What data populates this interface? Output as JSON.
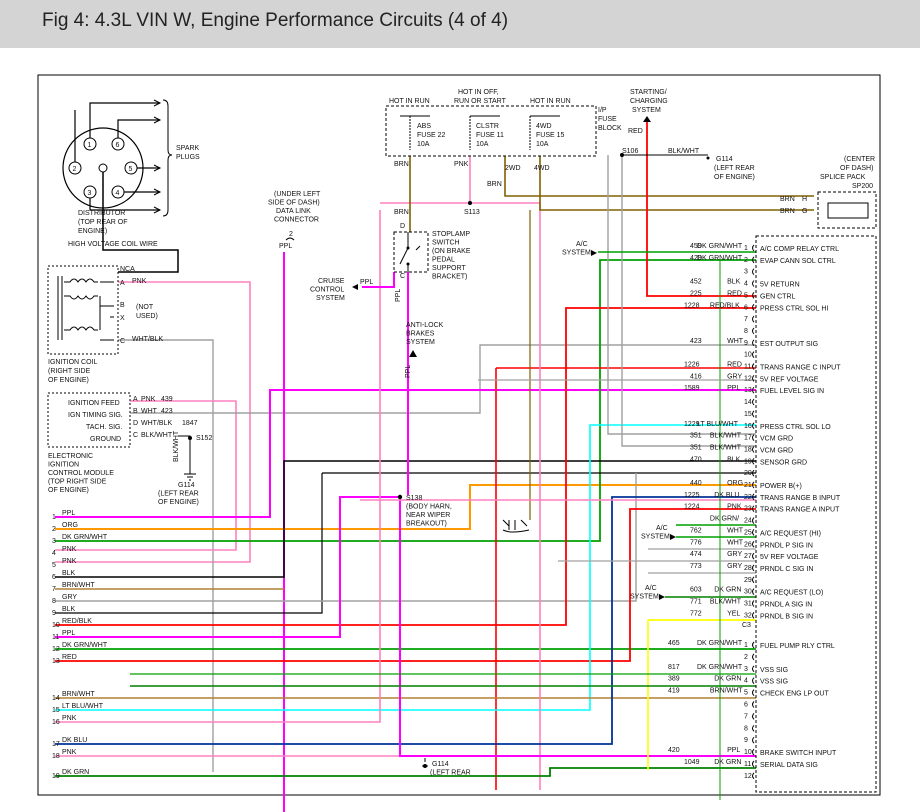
{
  "header": {
    "title": "Fig 4: 4.3L VIN W, Engine Performance Circuits (4 of 4)"
  },
  "colors": {
    "ppl": "#ff00ff",
    "pnk": "#ff80c0",
    "orange": "#ff9900",
    "dk_grn": "#008000",
    "dk_grn_wht": "#00a000",
    "blk": "#000000",
    "brn": "#806000",
    "gry": "#a0a0a0",
    "red": "#ff0000",
    "lt_blu": "#00ffff",
    "dk_blu": "#003399",
    "yel": "#ffff00",
    "brn_wht": "#b08030"
  },
  "distributor": {
    "label": "DISTRIBUTOR\n(TOP REAR OF\nENGINE)",
    "spark_label": "SPARK\nPLUGS",
    "coil_wire": "HIGH VOLTAGE COIL WIRE",
    "cyl": [
      "1",
      "6",
      "5",
      "4",
      "2",
      "3"
    ]
  },
  "ign_coil": {
    "label": "IGNITION COIL\n(RIGHT SIDE\nOF ENGINE)",
    "nca": "NCA",
    "pin_a": "A",
    "pin_b": "B",
    "pin_x": "X",
    "pin_c": "C",
    "pnk": "PNK",
    "not_used": "(NOT\nUSED)",
    "wht_blk": "WHT/BLK"
  },
  "icm": {
    "label": "ELECTRONIC\nIGNITION\nCONTROL MODULE\n(TOP RIGHT SIDE\nOF ENGINE)",
    "rows": [
      {
        "name": "IGNITION FEED",
        "pin": "A",
        "wire": "PNK",
        "circ": "439"
      },
      {
        "name": "IGN TIMING SIG.",
        "pin": "B",
        "wire": "WHT",
        "circ": "423"
      },
      {
        "name": "TACH. SIG.",
        "pin": "D",
        "wire": "WHT/BLK",
        "circ": "1847"
      },
      {
        "name": "GROUND",
        "pin": "C",
        "wire": "BLK/WHT",
        "circ": ""
      }
    ],
    "s152": "S152",
    "blk_wht": "BLK/\nWHT",
    "g114": "G114\n(LEFT REAR\nOF ENGINE)"
  },
  "fuses": {
    "hot1": "HOT IN RUN",
    "hot2": "HOT IN OFF,\nRUN OR START",
    "hot3": "HOT IN RUN",
    "f1": "ABS\nFUSE 22\n10A",
    "f2": "CLSTR\nFUSE 11\n10A",
    "f3": "4WD\nFUSE 15\n10A",
    "block": "I/P\nFUSE\nBLOCK",
    "starting": "STARTING/\nCHARGING\nSYSTEM",
    "red": "RED",
    "brn": "BRN",
    "pnk": "PNK",
    "wd2": "2WD",
    "wd4": "4WD",
    "s106": "S106",
    "blk_wht": "BLK/WHT",
    "g114": "G114\n(LEFT REAR\nOF ENGINE)",
    "s113": "S113"
  },
  "splice_pack": {
    "label": "(CENTER\nOF DASH)\nSPLICE PACK\nSP200",
    "brn1": "BRN",
    "h": "H",
    "brn2": "BRN",
    "g": "G"
  },
  "dlc": {
    "label": "(UNDER LEFT\nSIDE OF DASH)\nDATA LINK\nCONNECTOR",
    "pin": "2",
    "ppl": "PPL"
  },
  "stoplamp": {
    "label": "STOPLAMP\nSWITCH\n(ON BRAKE\nPEDAL\nSUPPORT\nBRACKET)",
    "d": "D",
    "c": "C",
    "brn": "BRN",
    "ppl": "PPL",
    "cruise": "CRUISE\nCONTROL\nSYSTEM",
    "ppl2": "PPL"
  },
  "abs": {
    "label": "ANTI-LOCK\nBRAKES\nSYSTEM",
    "ppl": "PPL"
  },
  "s138": {
    "label": "S138\n(BODY HARN,\nNEAR WIPER\nBREAKOUT)"
  },
  "ac_sys1": {
    "label": "A/C\nSYSTEM"
  },
  "ac_sys2": {
    "label": "A/C\nSYSTEM"
  },
  "ac_sys3": {
    "label": "A/C\nSYSTEM"
  },
  "g114_bottom": {
    "label": "G114\n(LEFT REAR"
  },
  "pcm_c2": [
    {
      "pin": "1",
      "circ": "459",
      "color": "DK GRN/WHT",
      "name": "A/C COMP RELAY CTRL"
    },
    {
      "pin": "2",
      "circ": "428",
      "color": "DK GRN/WHT",
      "name": "EVAP CANN SOL CTRL"
    },
    {
      "pin": "3",
      "circ": "",
      "color": "",
      "name": ""
    },
    {
      "pin": "4",
      "circ": "452",
      "color": "BLK",
      "name": "5V RETURN"
    },
    {
      "pin": "5",
      "circ": "225",
      "color": "RED",
      "name": "GEN CTRL"
    },
    {
      "pin": "6",
      "circ": "1228",
      "color": "RED/BLK",
      "name": "PRESS CTRL SOL HI"
    },
    {
      "pin": "7",
      "circ": "",
      "color": "",
      "name": ""
    },
    {
      "pin": "8",
      "circ": "",
      "color": "",
      "name": ""
    },
    {
      "pin": "9",
      "circ": "423",
      "color": "WHT",
      "name": "EST OUTPUT SIG"
    },
    {
      "pin": "10",
      "circ": "",
      "color": "",
      "name": ""
    },
    {
      "pin": "11",
      "circ": "1226",
      "color": "RED",
      "name": "TRANS RANGE C INPUT"
    },
    {
      "pin": "12",
      "circ": "416",
      "color": "GRY",
      "name": "5V REF VOLTAGE"
    },
    {
      "pin": "13",
      "circ": "1589",
      "color": "PPL",
      "name": "FUEL LEVEL SIG IN"
    },
    {
      "pin": "14",
      "circ": "",
      "color": "",
      "name": ""
    },
    {
      "pin": "15",
      "circ": "",
      "color": "",
      "name": ""
    },
    {
      "pin": "16",
      "circ": "1229",
      "color": "LT BLU/WHT",
      "name": "PRESS CTRL SOL LO"
    },
    {
      "pin": "17",
      "circ": "351",
      "color": "BLK/WHT",
      "name": "VCM GRD"
    },
    {
      "pin": "18",
      "circ": "351",
      "color": "BLK/WHT",
      "name": "VCM GRD"
    },
    {
      "pin": "19",
      "circ": "470",
      "color": "BLK",
      "name": "SENSOR GRD"
    },
    {
      "pin": "20",
      "circ": "",
      "color": "",
      "name": ""
    },
    {
      "pin": "21",
      "circ": "440",
      "color": "ORG",
      "name": "POWER B(+)"
    },
    {
      "pin": "22",
      "circ": "1225",
      "color": "DK BLU",
      "name": "TRANS RANGE B INPUT"
    },
    {
      "pin": "23",
      "circ": "1224",
      "color": "PNK",
      "name": "TRANS RANGE A INPUT"
    },
    {
      "pin": "24",
      "circ": "",
      "color": "DK GRN/",
      "name": ""
    },
    {
      "pin": "25",
      "circ": "762",
      "color": "WHT",
      "name": "A/C REQUEST (HI)"
    },
    {
      "pin": "26",
      "circ": "776",
      "color": "WHT",
      "name": "PRNDL P SIG IN"
    },
    {
      "pin": "27",
      "circ": "474",
      "color": "GRY",
      "name": "5V REF VOLTAGE"
    },
    {
      "pin": "28",
      "circ": "773",
      "color": "GRY",
      "name": "PRNDL C SIG IN"
    },
    {
      "pin": "29",
      "circ": "",
      "color": "",
      "name": ""
    },
    {
      "pin": "30",
      "circ": "603",
      "color": "DK GRN",
      "name": "A/C REQUEST (LO)"
    },
    {
      "pin": "31",
      "circ": "771",
      "color": "BLK/WHT",
      "name": "PRNDL A SIG IN"
    },
    {
      "pin": "32",
      "circ": "772",
      "color": "YEL",
      "name": "PRNDL B SIG IN"
    }
  ],
  "pcm_c3": {
    "label": "C3",
    "rows": [
      {
        "pin": "1",
        "circ": "465",
        "color": "DK GRN/WHT",
        "name": "FUEL PUMP RLY CTRL"
      },
      {
        "pin": "2",
        "circ": "",
        "color": "",
        "name": ""
      },
      {
        "pin": "3",
        "circ": "817",
        "color": "DK GRN/WHT",
        "name": "VSS SIG"
      },
      {
        "pin": "4",
        "circ": "389",
        "color": "DK GRN",
        "name": "VSS SIG"
      },
      {
        "pin": "5",
        "circ": "419",
        "color": "BRN/WHT",
        "name": "CHECK ENG LP OUT"
      },
      {
        "pin": "6",
        "circ": "",
        "color": "",
        "name": ""
      },
      {
        "pin": "7",
        "circ": "",
        "color": "",
        "name": ""
      },
      {
        "pin": "8",
        "circ": "",
        "color": "",
        "name": ""
      },
      {
        "pin": "9",
        "circ": "",
        "color": "",
        "name": ""
      },
      {
        "pin": "10",
        "circ": "420",
        "color": "PPL",
        "name": "BRAKE SWITCH INPUT"
      },
      {
        "pin": "11",
        "circ": "1049",
        "color": "DK GRN",
        "name": "SERIAL DATA SIG"
      },
      {
        "pin": "12",
        "circ": "",
        "color": "",
        "name": ""
      }
    ]
  },
  "left_wires": [
    {
      "num": "1",
      "label": "PPL"
    },
    {
      "num": "2",
      "label": "ORG"
    },
    {
      "num": "3",
      "label": "DK GRN/WHT"
    },
    {
      "num": "4",
      "label": "PNK"
    },
    {
      "num": "5",
      "label": "PNK"
    },
    {
      "num": "6",
      "label": "BLK"
    },
    {
      "num": "7",
      "label": "BRN/WHT"
    },
    {
      "num": "8",
      "label": "GRY"
    },
    {
      "num": "9",
      "label": "BLK"
    },
    {
      "num": "10",
      "label": "RED/BLK"
    },
    {
      "num": "11",
      "label": "PPL"
    },
    {
      "num": "12",
      "label": "DK GRN/WHT"
    },
    {
      "num": "13",
      "label": "RED"
    },
    {
      "num": "14",
      "label": "BRN/WHT"
    },
    {
      "num": "15",
      "label": "LT BLU/WHT"
    },
    {
      "num": "16",
      "label": "PNK"
    },
    {
      "num": "17",
      "label": "DK BLU"
    },
    {
      "num": "18",
      "label": "PNK"
    },
    {
      "num": "19",
      "label": "DK GRN"
    }
  ]
}
